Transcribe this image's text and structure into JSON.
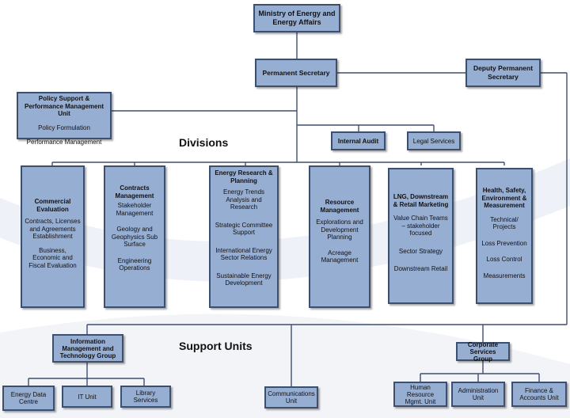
{
  "top": {
    "ministry": "Ministry of Energy and Energy Affairs",
    "permanent_secretary": "Permanent Secretary",
    "deputy_permanent_secretary": "Deputy Permanent Secretary"
  },
  "policy_unit": {
    "title": "Policy Support & Performance Management Unit",
    "items": [
      "Policy Formulation",
      "Performance Management"
    ]
  },
  "staff": {
    "internal_audit": "Internal Audit",
    "legal_services": "Legal Services"
  },
  "labels": {
    "divisions": "Divisions",
    "support_units": "Support Units"
  },
  "divisions": [
    {
      "title": "Commercial Evaluation",
      "items": [
        "Contracts, Licenses and Agreements Establishment",
        "Business, Economic and Fiscal Evaluation"
      ]
    },
    {
      "title": "Contracts Management",
      "items": [
        "Stakeholder Management",
        "Geology and Geophysics Sub Surface",
        "Engineering Operations"
      ]
    },
    {
      "title": "Energy Research & Planning",
      "items": [
        "Energy Trends Analysis and Research",
        "Strategic Committee Support",
        "International Energy Sector Relations",
        "Sustainable Energy Development"
      ]
    },
    {
      "title": "Resource Management",
      "items": [
        "Explorations and Development Planning",
        "Acreage Management"
      ]
    },
    {
      "title": "LNG, Downstream & Retail Marketing",
      "items": [
        "Value Chain Teams – stakeholder focused",
        "Sector Strategy",
        "Downstream Retail"
      ]
    },
    {
      "title": "Health, Safety, Environment & Measurement",
      "items": [
        "Technical/ Projects",
        "Loss Prevention",
        "Loss Control",
        "Measurements"
      ]
    }
  ],
  "support": {
    "it_group": "Information Management and Technology Group",
    "it_units": [
      "Energy Data Centre",
      "IT Unit",
      "Library Services"
    ],
    "communications": "Communications Unit",
    "corporate_group": "Corporate Services Group",
    "corporate_units": [
      "Human Resource Mgmt. Unit",
      "Administration Unit",
      "Finance & Accounts Unit"
    ]
  },
  "colors": {
    "box_fill": "#97aed3",
    "box_border": "#3d4f6e",
    "line": "#3d4f6e"
  }
}
